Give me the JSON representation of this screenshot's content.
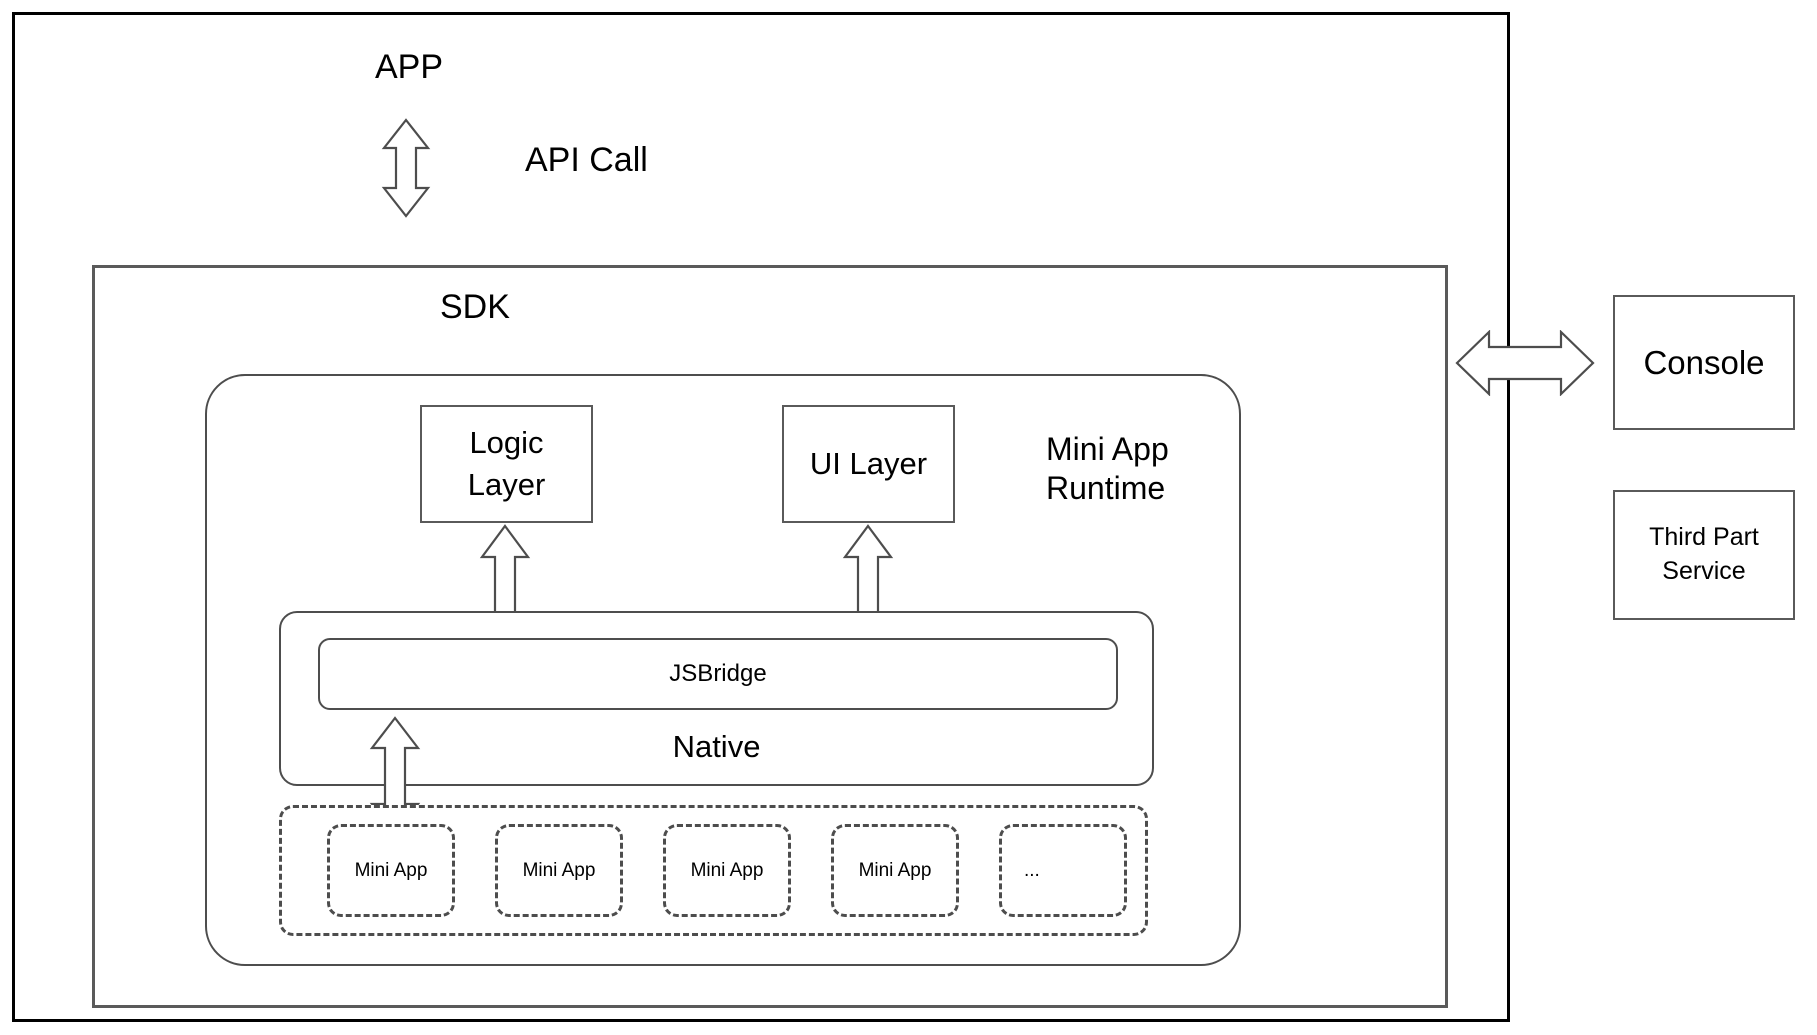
{
  "diagram": {
    "title_app": "APP",
    "title_sdk": "SDK",
    "api_call_label": "API Call",
    "runtime_label_line1": "Mini App",
    "runtime_label_line2": "Runtime",
    "logic_layer_line1": "Logic",
    "logic_layer_line2": "Layer",
    "ui_layer_label": "UI Layer",
    "jsbridge_label": "JSBridge",
    "native_label": "Native",
    "mini_apps": [
      {
        "label": "Mini App"
      },
      {
        "label": "Mini App"
      },
      {
        "label": "Mini App"
      },
      {
        "label": "Mini App"
      },
      {
        "label": "..."
      }
    ],
    "external": {
      "console_label": "Console",
      "third_party_line1": "Third Part",
      "third_party_line2": "Service"
    },
    "arrows": [
      {
        "name": "api-call-arrow",
        "direction": "vertical-bidirectional"
      },
      {
        "name": "logic-to-jsbridge-arrow",
        "direction": "vertical-bidirectional"
      },
      {
        "name": "ui-to-jsbridge-arrow",
        "direction": "vertical-bidirectional"
      },
      {
        "name": "native-to-miniapp-arrow",
        "direction": "vertical-bidirectional"
      },
      {
        "name": "sdk-to-console-arrow",
        "direction": "horizontal-bidirectional"
      }
    ],
    "colors": {
      "outer_border": "#000000",
      "inner_border": "#5a5a5a",
      "rounded_border": "#4d4d4d",
      "arrow_stroke": "#4d4d4d",
      "background": "#ffffff",
      "text": "#000000"
    }
  }
}
